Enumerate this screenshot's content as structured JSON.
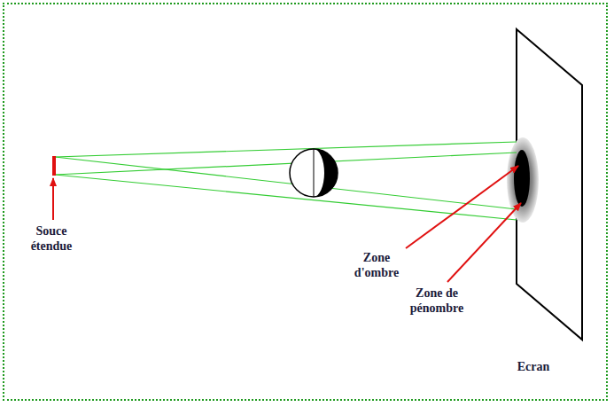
{
  "diagram": {
    "labels": [
      "Souce étendue",
      "Zone d'ombre",
      "Zone de pénombre",
      "Ecran"
    ]
  }
}
